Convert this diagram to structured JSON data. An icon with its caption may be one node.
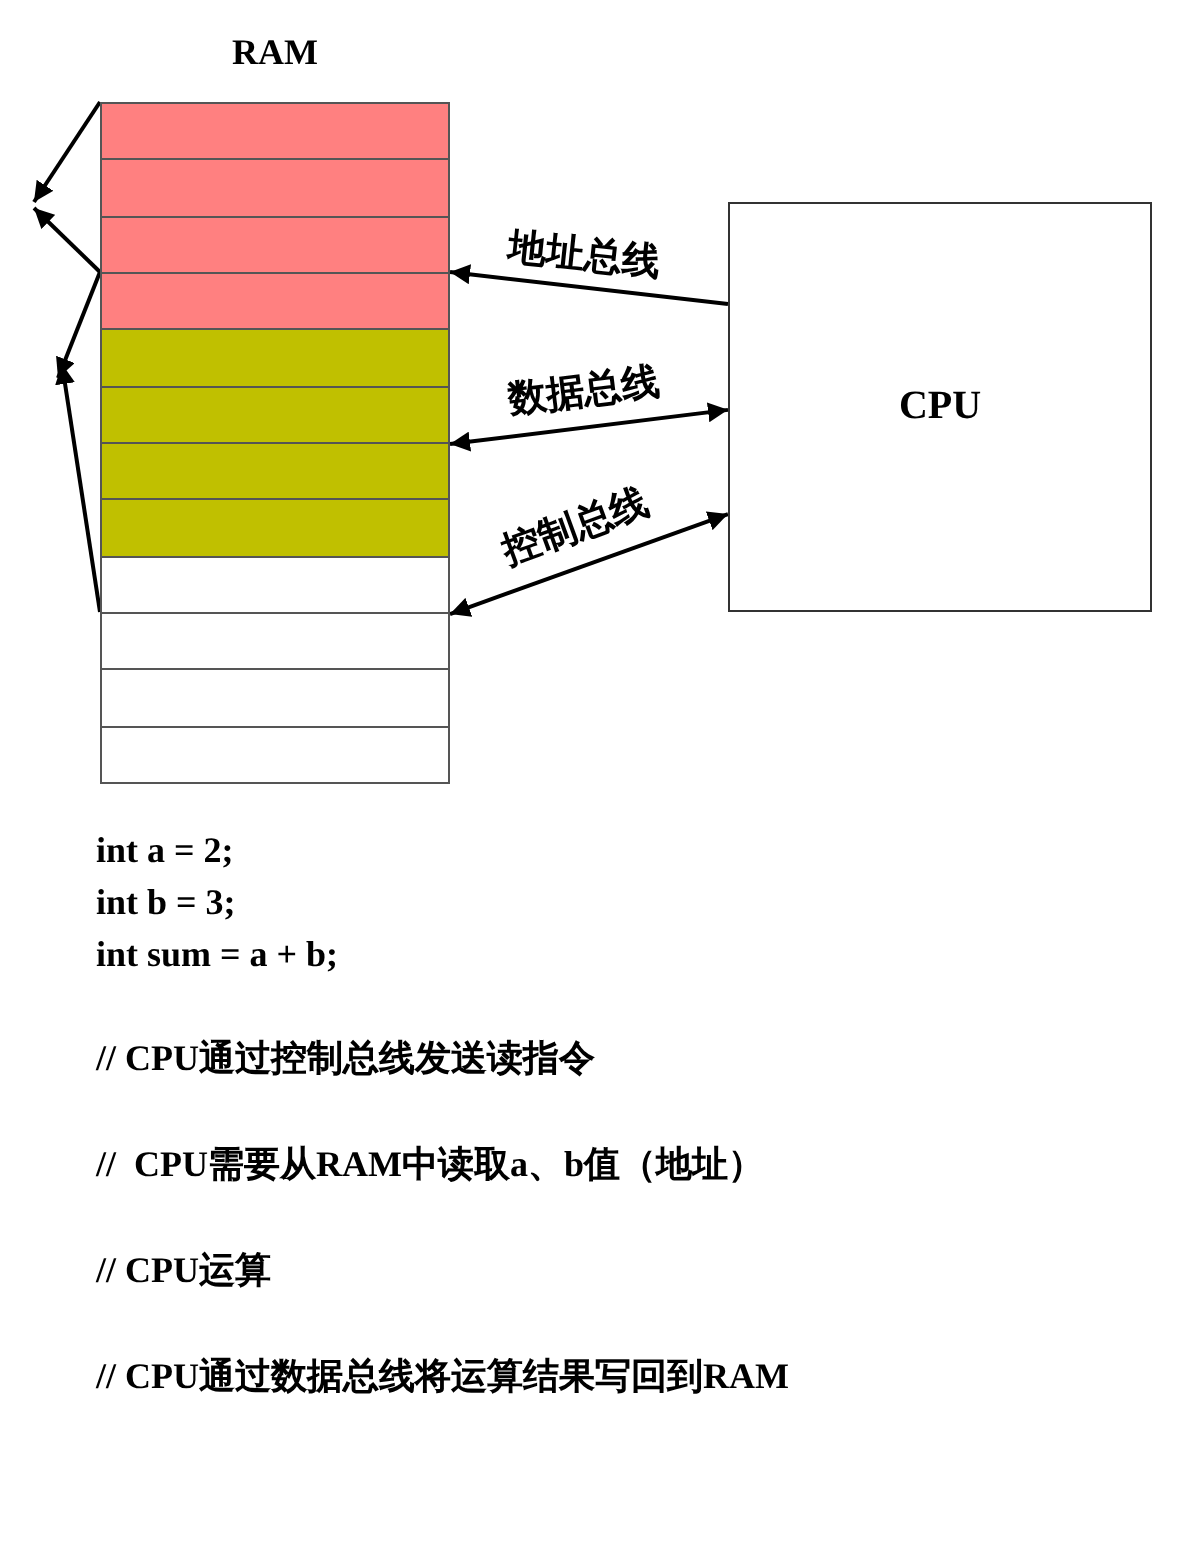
{
  "diagram": {
    "nodes": [
      {
        "text": [
          "RAM"
        ]
      },
      {
        "text": [],
        "shape": "box",
        "in": 0
      },
      {
        "text": [],
        "shape": "box",
        "in": 0
      },
      {
        "text": [],
        "shape": "box",
        "in": 0
      },
      {
        "text": [],
        "shape": "box",
        "in": 0
      },
      {
        "text": [],
        "shape": "box",
        "in": 0
      },
      {
        "text": [],
        "shape": "box",
        "in": 0
      },
      {
        "text": [],
        "shape": "box",
        "in": 0
      },
      {
        "text": [],
        "shape": "box",
        "in": 0
      },
      {
        "text": [],
        "shape": "box",
        "in": 0
      },
      {
        "text": [],
        "shape": "box",
        "in": 0
      },
      {
        "text": [],
        "shape": "box",
        "in": 0
      },
      {
        "text": [],
        "shape": "box",
        "in": 0
      },
      {
        "text": [
          "CPU"
        ]
      }
    ],
    "edges": [
      {
        "from": 1,
        "to": null,
        "arrow": "to"
      },
      {
        "from": 4,
        "to": null,
        "arrow": "to"
      },
      {
        "from": 4,
        "to": null,
        "arrow": "to"
      },
      {
        "from": 9,
        "to": null,
        "arrow": "to"
      },
      {
        "from": 13,
        "to": 0,
        "arrow": "to",
        "label": "地址总线"
      },
      {
        "from": 13,
        "to": 0,
        "arrow": "both",
        "label": "数据总线"
      },
      {
        "from": 13,
        "to": 0,
        "arrow": "both",
        "label": "控制总线"
      }
    ],
    "labels": [
      "int a = 2;",
      "int b = 3;",
      "int sum = a + b;",
      "// CPU通过控制总线发送读指令",
      "//  CPU需要从RAM中读取a、b值（地址）",
      "// CPU运算",
      "// CPU通过数据总线将运算结果写回到RAM"
    ]
  }
}
